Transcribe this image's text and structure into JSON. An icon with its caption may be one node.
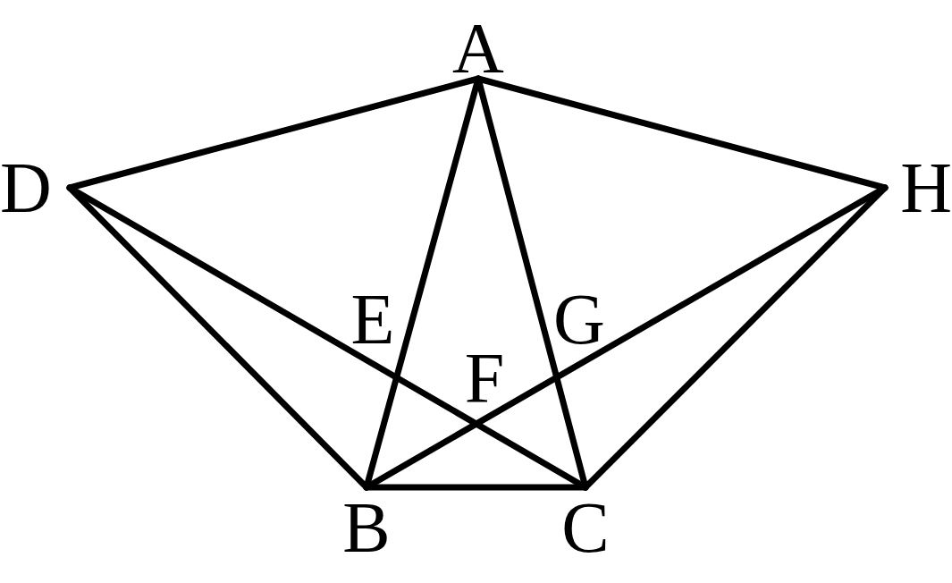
{
  "diagram": {
    "nodes": [
      {
        "text": [
          "A"
        ]
      },
      {
        "text": [
          "D"
        ]
      },
      {
        "text": [
          "H"
        ]
      },
      {
        "text": [
          "E"
        ]
      },
      {
        "text": [
          "G"
        ]
      },
      {
        "text": [
          "F"
        ]
      },
      {
        "text": [
          "B"
        ]
      },
      {
        "text": [
          "C"
        ]
      }
    ],
    "edges": [
      {
        "from": 0,
        "to": 1,
        "arrow": "none"
      },
      {
        "from": 0,
        "to": 2,
        "arrow": "none"
      },
      {
        "from": 0,
        "to": 6,
        "arrow": "none"
      },
      {
        "from": 0,
        "to": 7,
        "arrow": "none"
      },
      {
        "from": 1,
        "to": 6,
        "arrow": "none"
      },
      {
        "from": 1,
        "to": 7,
        "arrow": "none"
      },
      {
        "from": 2,
        "to": 6,
        "arrow": "none"
      },
      {
        "from": 2,
        "to": 7,
        "arrow": "none"
      },
      {
        "from": 6,
        "to": 7,
        "arrow": "none"
      }
    ]
  }
}
